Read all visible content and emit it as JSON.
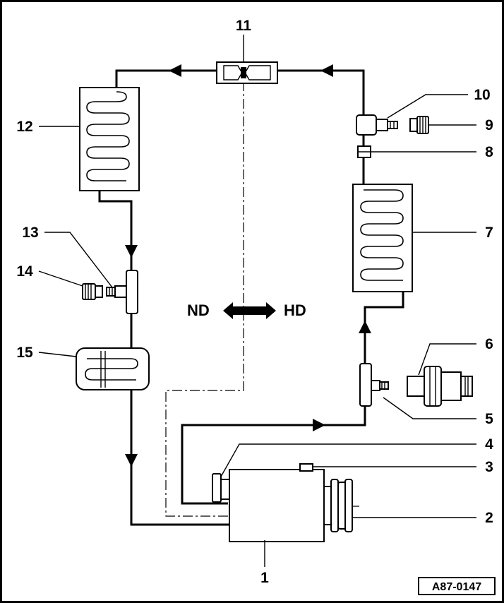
{
  "callouts": {
    "c1": "1",
    "c2": "2",
    "c3": "3",
    "c4": "4",
    "c5": "5",
    "c6": "6",
    "c7": "7",
    "c8": "8",
    "c9": "9",
    "c10": "10",
    "c11": "11",
    "c12": "12",
    "c13": "13",
    "c14": "14",
    "c15": "15"
  },
  "pressure_labels": {
    "low": "ND",
    "high": "HD"
  },
  "reference": "A87-0147",
  "colors": {
    "line": "#000000",
    "background": "#ffffff"
  }
}
